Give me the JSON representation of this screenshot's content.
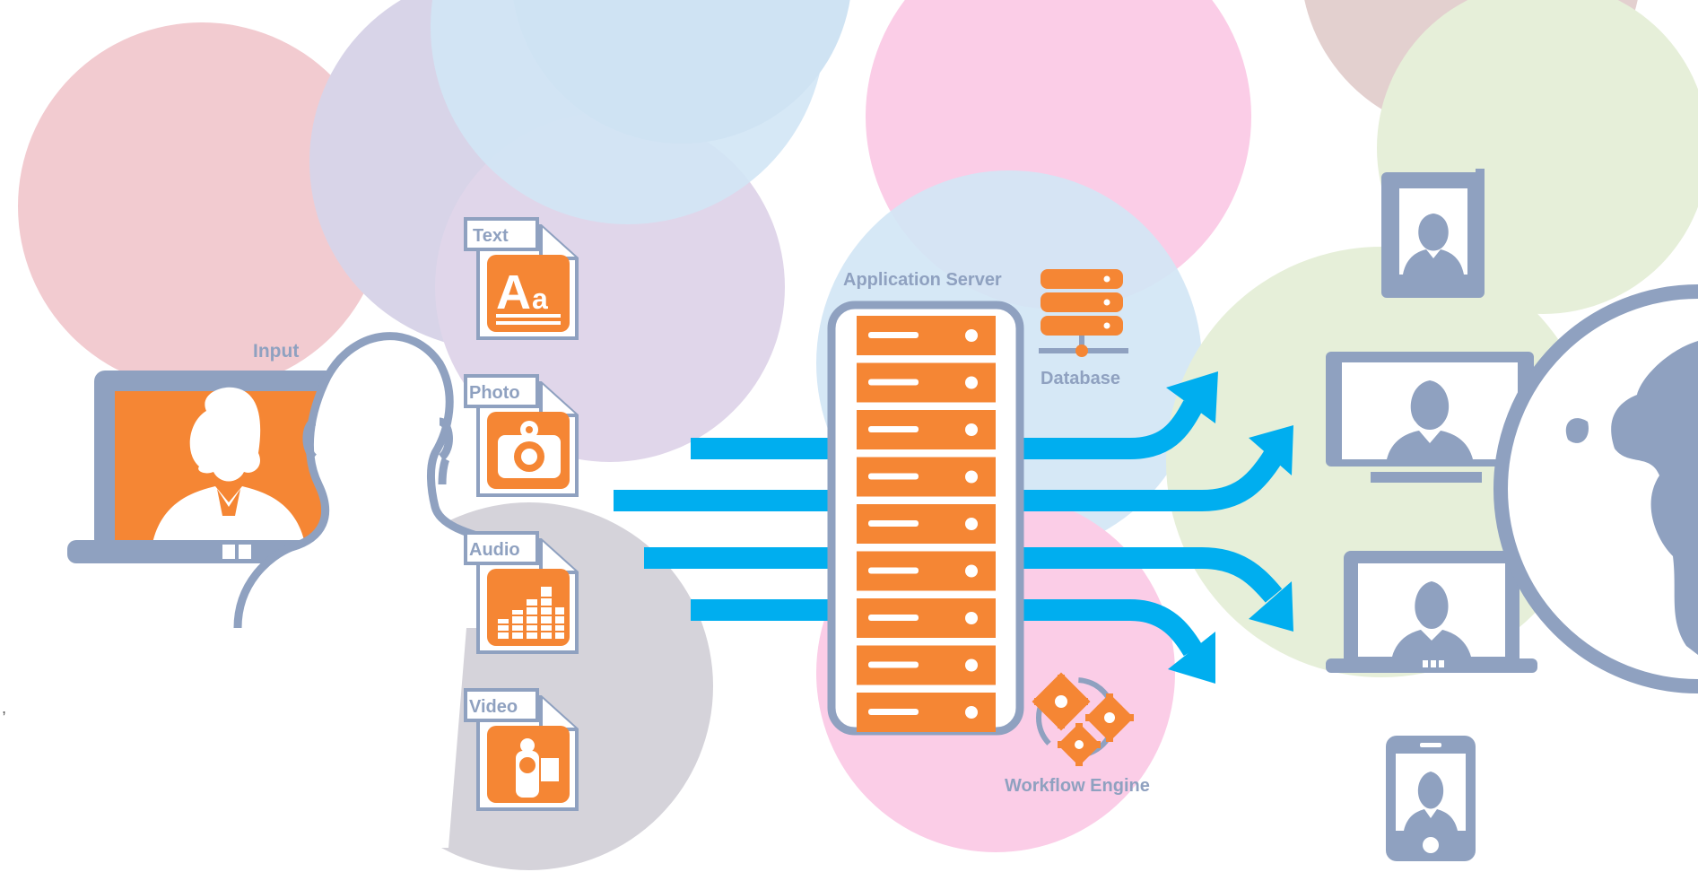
{
  "labels": {
    "input": "Input",
    "app_server": "Application Server",
    "database": "Database",
    "workflow": "Workflow Engine"
  },
  "files": [
    {
      "name": "file-text",
      "label": "Text"
    },
    {
      "name": "file-photo",
      "label": "Photo"
    },
    {
      "name": "file-audio",
      "label": "Audio"
    },
    {
      "name": "file-video",
      "label": "Video"
    }
  ],
  "colors": {
    "orange": "#f58634",
    "slate": "#8fa1c0",
    "arrow": "#00aeef",
    "bubble_pink": "#f2cbd0",
    "bubble_lilac": "#e0d6ea",
    "bubble_blue": "#d2e6f5",
    "bubble_magenta": "#fbcde7",
    "bubble_green": "#e6efd9",
    "bubble_gray": "#d5d3da",
    "bubble_taupe": "#e3d0cf"
  },
  "icons": [
    "monitor-icon",
    "laptop-icon",
    "smartphone-icon",
    "tablet-icon",
    "globe-icon",
    "database-icon",
    "gears-icon",
    "server-rack-icon",
    "person-head-icon"
  ]
}
